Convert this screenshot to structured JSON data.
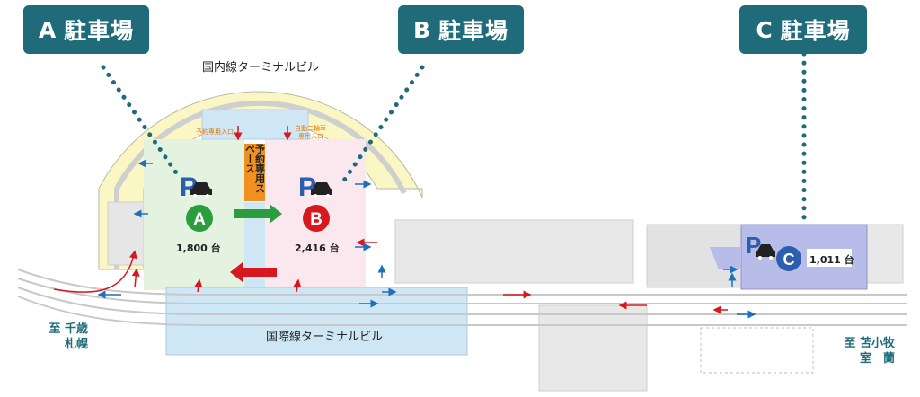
{
  "parking": {
    "a": {
      "letter": "A",
      "name": "駐車場",
      "count": "1,800 台",
      "mark": "A"
    },
    "b": {
      "letter": "B",
      "name": "駐車場",
      "count": "2,416 台",
      "mark": "B"
    },
    "c": {
      "letter": "C",
      "name": "駐車場",
      "count": "1,011 台",
      "mark": "C"
    }
  },
  "buildings": {
    "domestic": "国内線ターミナルビル",
    "international": "国際線ターミナルビル"
  },
  "entrances": {
    "reserved": "予約専用入口",
    "motorcycle_line1": "自動二輪車",
    "motorcycle_line2": "専用入口",
    "reserved_space": "予約専用スペース"
  },
  "destinations": {
    "left_line1": "至 千歳",
    "left_line2": "札幌",
    "right_line1": "至 苫小牧",
    "right_line2": "室　蘭"
  },
  "symbols": {
    "parking": "P"
  },
  "colors": {
    "teal": "#1f6b7a",
    "green": "#2a9d3c",
    "red": "#d7191f",
    "blue": "#1e6fc0",
    "orange": "#f0901e",
    "parking_blue": "#2b5fad"
  }
}
